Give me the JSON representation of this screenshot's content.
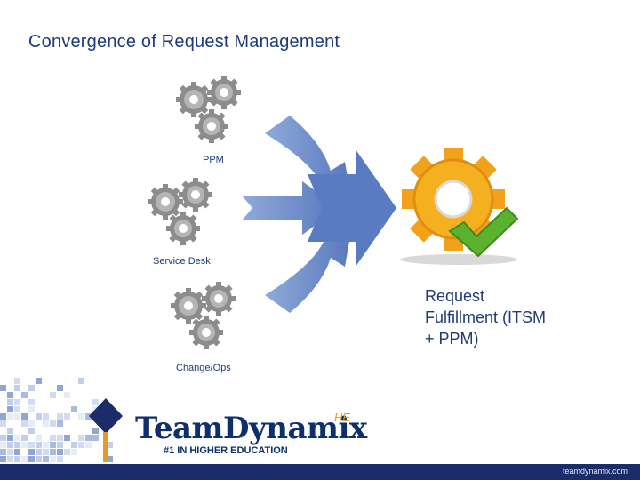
{
  "title": "Convergence of Request Management",
  "inputs": [
    {
      "label": "PPM"
    },
    {
      "label": "Service Desk"
    },
    {
      "label": "Change/Ops"
    }
  ],
  "result": {
    "line1": "Request",
    "line2": "Fulfillment (ITSM",
    "line3": "+ PPM)"
  },
  "branding": {
    "logo": "TeamDynamix",
    "logo_suffix": "HE",
    "tagline": "#1 IN HIGHER EDUCATION",
    "url": "teamdynamix.com"
  },
  "colors": {
    "title": "#1f3a7a",
    "arrow": "#6b8ccc",
    "gear_result": "#f4a61c",
    "check": "#5bb22e",
    "footer": "#1c2c6b"
  }
}
